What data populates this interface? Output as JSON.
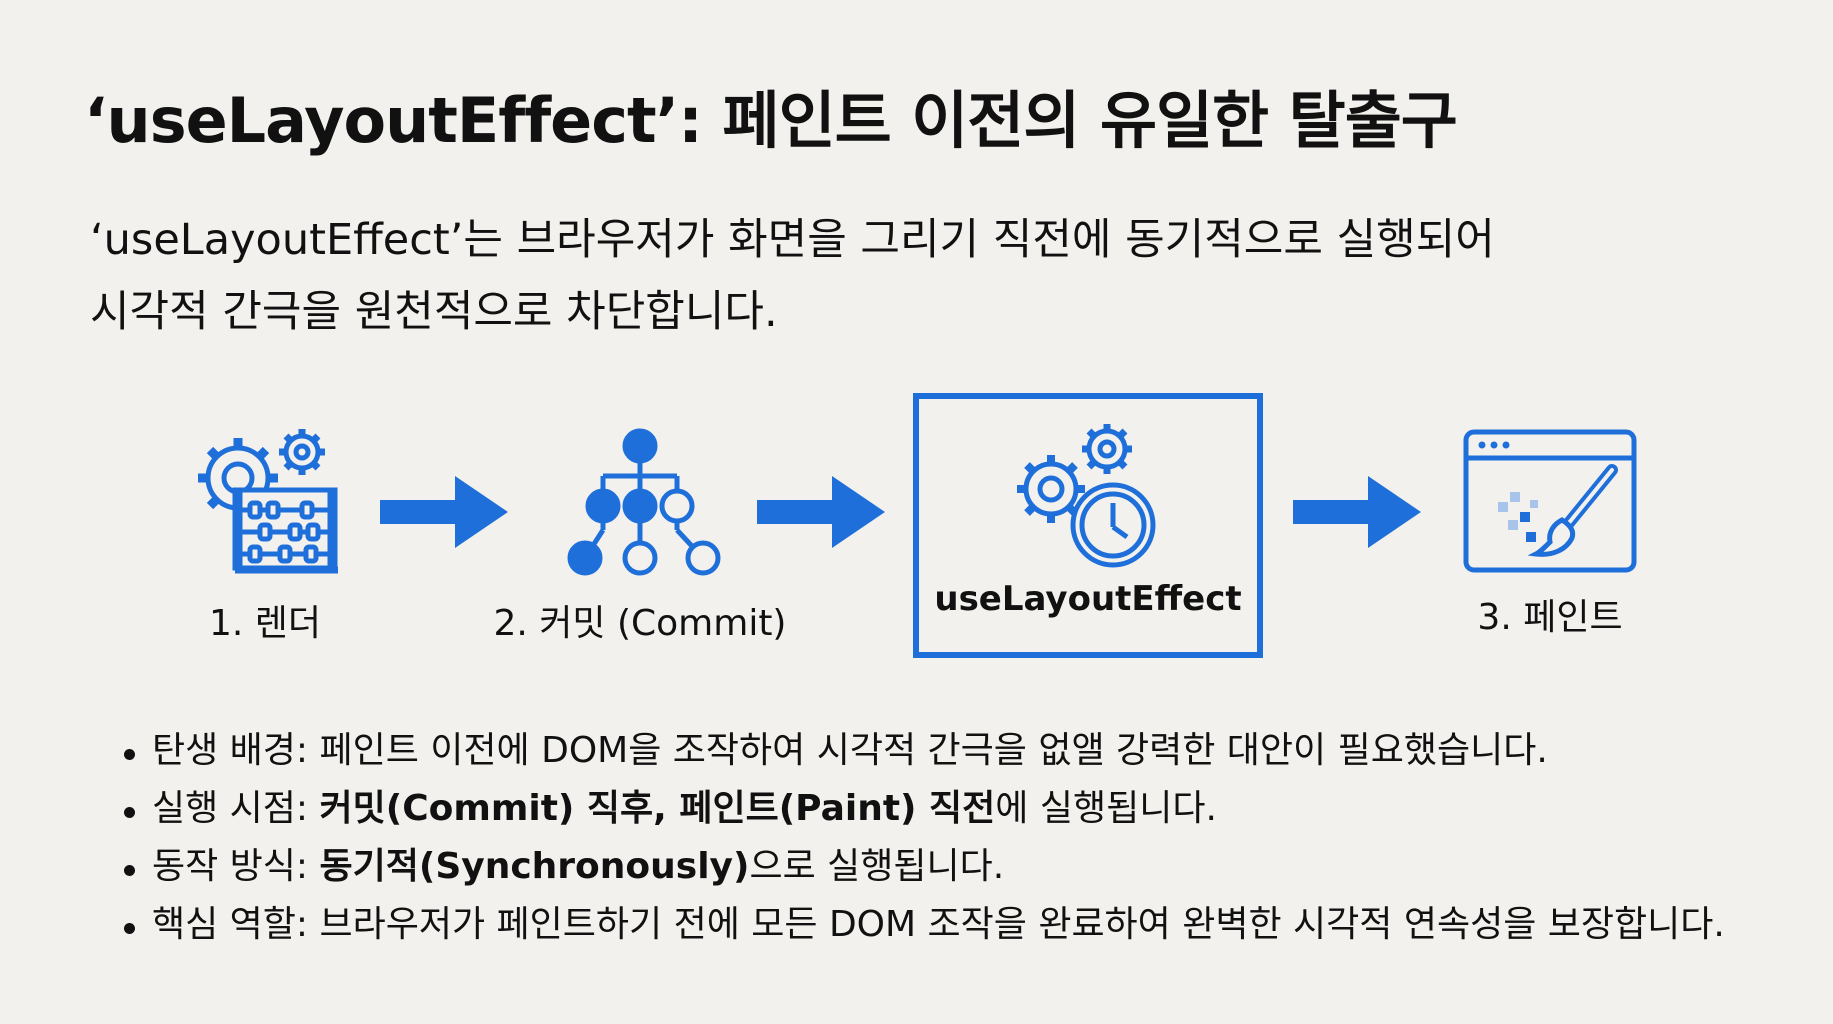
{
  "title": "‘useLayoutEffect’: 페인트 이전의 유일한 탈출구",
  "subtitle": {
    "line1": "‘useLayoutEffect’는 브라우저가 화면을 그리기 직전에 동기적으로 실행되어",
    "line2": "시각적 간극을 원천적으로 차단합니다."
  },
  "flow": {
    "step1": {
      "label": "1. 렌더",
      "icon": "gears-abacus-icon"
    },
    "step2": {
      "label": "2. 커밋 (Commit)",
      "icon": "tree-icon"
    },
    "step_ule": {
      "label": "useLayoutEffect",
      "icon": "gears-clock-icon"
    },
    "step3": {
      "label": "3. 페인트",
      "icon": "browser-brush-icon"
    },
    "accent_color": "#1e6fd9"
  },
  "bullets": [
    {
      "prefix": "탄생 배경: ",
      "bold": "",
      "suffix": "페인트 이전에 DOM을 조작하여 시각적 간극을 없앨 강력한 대안이 필요했습니다."
    },
    {
      "prefix": "실행 시점: ",
      "bold": "커밋(Commit) 직후, 페인트(Paint) 직전",
      "suffix": "에 실행됩니다."
    },
    {
      "prefix": "동작 방식: ",
      "bold": "동기적(Synchronously)",
      "suffix": "으로 실행됩니다."
    },
    {
      "prefix": "핵심 역할: ",
      "bold": "",
      "suffix": "브라우저가 페인트하기 전에 모든 DOM 조작을 완료하여 완벽한 시각적 연속성을 보장합니다."
    }
  ]
}
